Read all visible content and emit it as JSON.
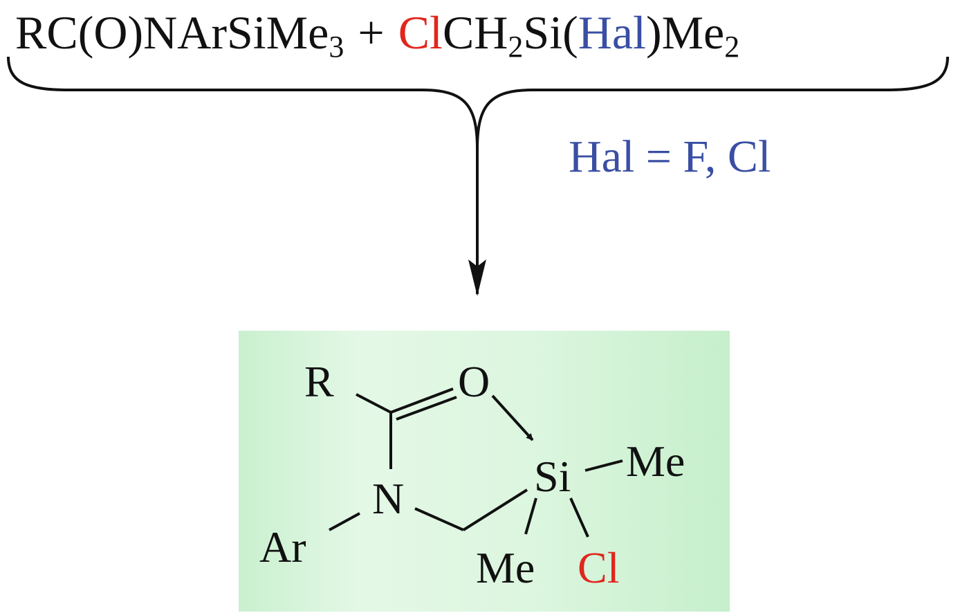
{
  "reactants": {
    "r1_main": "RC(O)NArSiMe",
    "r1_sub": "3",
    "plus": "+",
    "r2_cl": "Cl",
    "r2_ch": "CH",
    "r2_sub1": "2",
    "r2_si": "Si(",
    "r2_hal": "Hal",
    "r2_close": ")Me",
    "r2_sub2": "2"
  },
  "condition": "Hal = F, Cl",
  "product": {
    "R": "R",
    "O": "O",
    "N": "N",
    "Ar": "Ar",
    "Si": "Si",
    "Me_right": "Me",
    "Me_bottom": "Me",
    "Cl": "Cl"
  },
  "colors": {
    "red": "#e1261c",
    "blue": "#3a4ea3",
    "box": "#d6f5da"
  }
}
